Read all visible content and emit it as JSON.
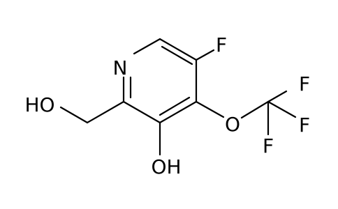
{
  "molecule": {
    "atoms": {
      "ring_nitrogen": "N",
      "fluorine_ring": "F",
      "ether_oxygen": "O",
      "cf3_fluorine_top": "F",
      "cf3_fluorine_right": "F",
      "cf3_fluorine_bottom": "F",
      "hydroxyl_ring": "OH",
      "hydroxymethyl_oh": "HO"
    },
    "colors": {
      "bond": "#000000",
      "label": "#000000",
      "background": "#ffffff"
    }
  }
}
